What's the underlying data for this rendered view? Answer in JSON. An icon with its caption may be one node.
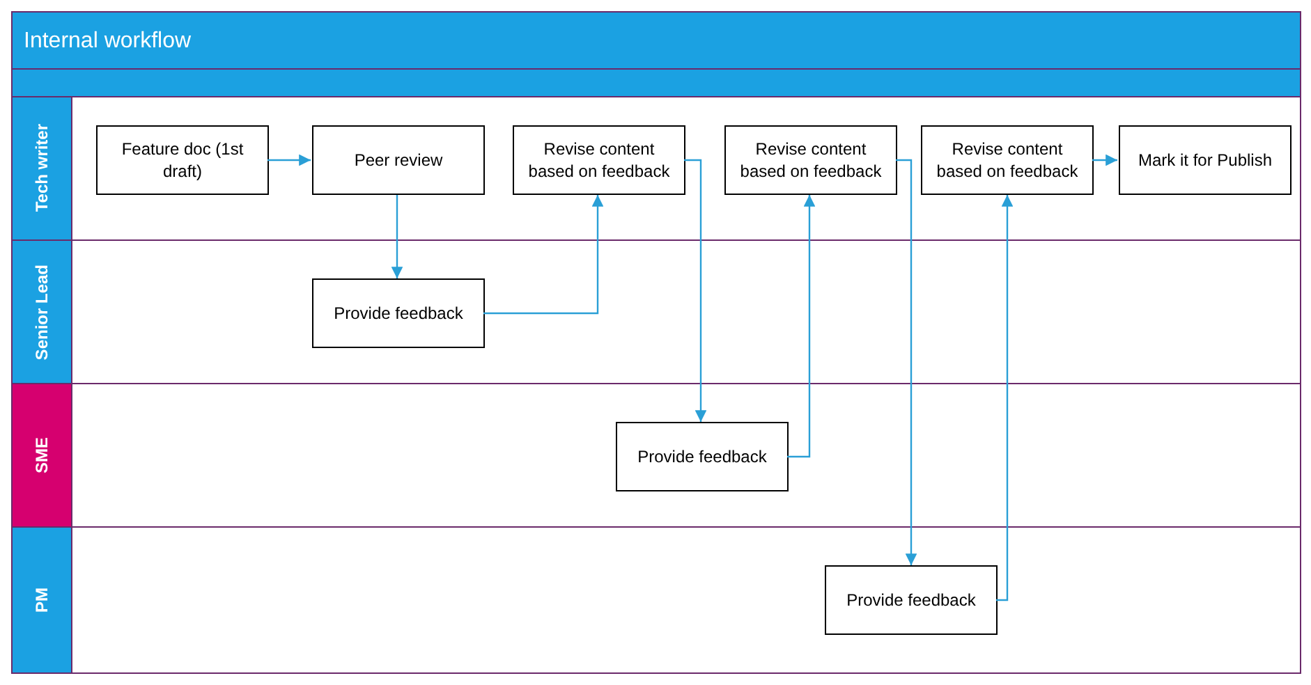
{
  "diagram": {
    "title": "Internal workflow",
    "nodes": [
      {
        "text": [
          "Tech writer"
        ]
      },
      {
        "text": [
          "Feature doc (1st draft)"
        ],
        "in": 0
      },
      {
        "text": [
          "Peer review"
        ],
        "in": 0
      },
      {
        "text": [
          "Revise content based on feedback"
        ],
        "in": 0
      },
      {
        "text": [
          "Revise content based on feedback"
        ],
        "in": 0
      },
      {
        "text": [
          "Revise content based on feedback"
        ],
        "in": 0
      },
      {
        "text": [
          "Mark it for Publish"
        ],
        "in": 0
      },
      {
        "text": [
          "Senior Lead"
        ]
      },
      {
        "text": [
          "Provide feedback"
        ],
        "in": 7
      },
      {
        "text": [
          "SME"
        ]
      },
      {
        "text": [
          "Provide feedback"
        ],
        "in": 9
      },
      {
        "text": [
          "PM"
        ]
      },
      {
        "text": [
          "Provide feedback"
        ],
        "in": 11
      }
    ],
    "edges": [
      {
        "from": 1,
        "to": 2,
        "arrow": "to"
      },
      {
        "from": 2,
        "to": 8,
        "arrow": "to"
      },
      {
        "from": 8,
        "to": 3,
        "arrow": "to"
      },
      {
        "from": 3,
        "to": 10,
        "arrow": "to"
      },
      {
        "from": 10,
        "to": 4,
        "arrow": "to"
      },
      {
        "from": 4,
        "to": 12,
        "arrow": "to"
      },
      {
        "from": 12,
        "to": 5,
        "arrow": "to"
      },
      {
        "from": 5,
        "to": 6,
        "arrow": "to"
      }
    ]
  }
}
